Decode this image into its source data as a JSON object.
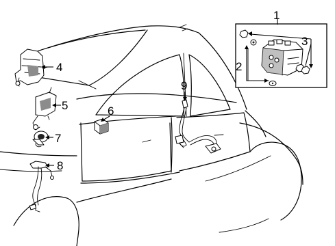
{
  "callouts": {
    "c1": "1",
    "c2": "2",
    "c3": "3",
    "c4": "4",
    "c5": "5",
    "c6": "6",
    "c7": "7",
    "c8": "8",
    "c9": "9"
  },
  "colors": {
    "line": "#000000",
    "background": "#ffffff",
    "shading": "#8c8c8c"
  }
}
